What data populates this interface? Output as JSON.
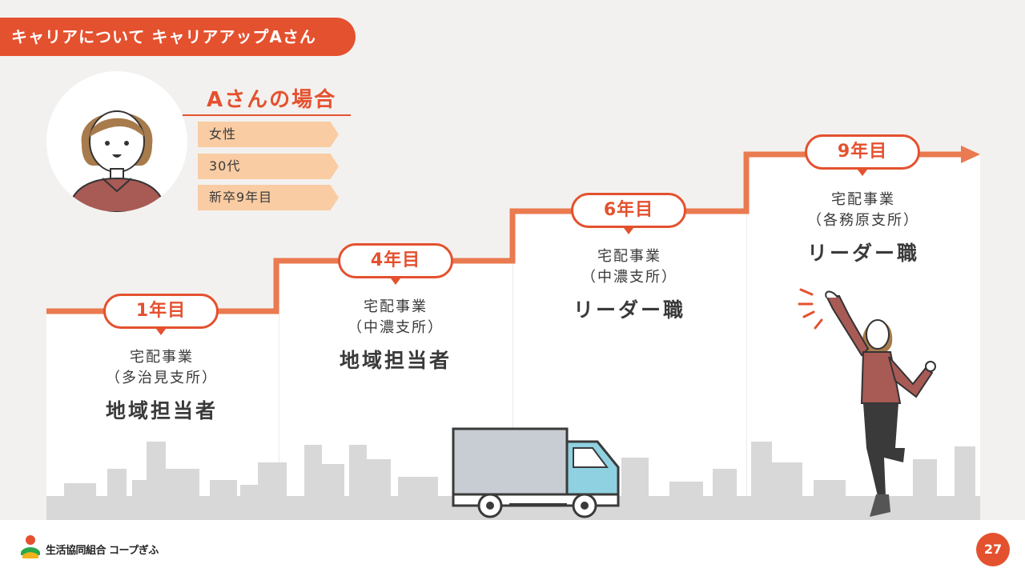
{
  "header": {
    "title": "キャリアについて キャリアアップAさん"
  },
  "profile": {
    "heading": "Aさんの場合",
    "tags": [
      "女性",
      "30代",
      "新卒9年目"
    ]
  },
  "milestones": [
    {
      "year": "1年目",
      "dept": "宅配事業",
      "branch": "（多治見支所）",
      "role": "地域担当者"
    },
    {
      "year": "4年目",
      "dept": "宅配事業",
      "branch": "（中濃支所）",
      "role": "地域担当者"
    },
    {
      "year": "6年目",
      "dept": "宅配事業",
      "branch": "（中濃支所）",
      "role": "リーダー職"
    },
    {
      "year": "9年目",
      "dept": "宅配事業",
      "branch": "（各務原支所）",
      "role": "リーダー職"
    }
  ],
  "footer": {
    "logo_text": "生活協同組合 コープぎふ",
    "page_number": "27"
  },
  "colors": {
    "accent": "#e4512f",
    "line": "#ea7a4f",
    "tag": "#f9cca3",
    "background": "#f3f1ef"
  },
  "icons": [
    "avatar-woman-icon",
    "delivery-truck-icon",
    "cheering-woman-icon",
    "city-skyline-icon",
    "coop-logo-icon"
  ]
}
